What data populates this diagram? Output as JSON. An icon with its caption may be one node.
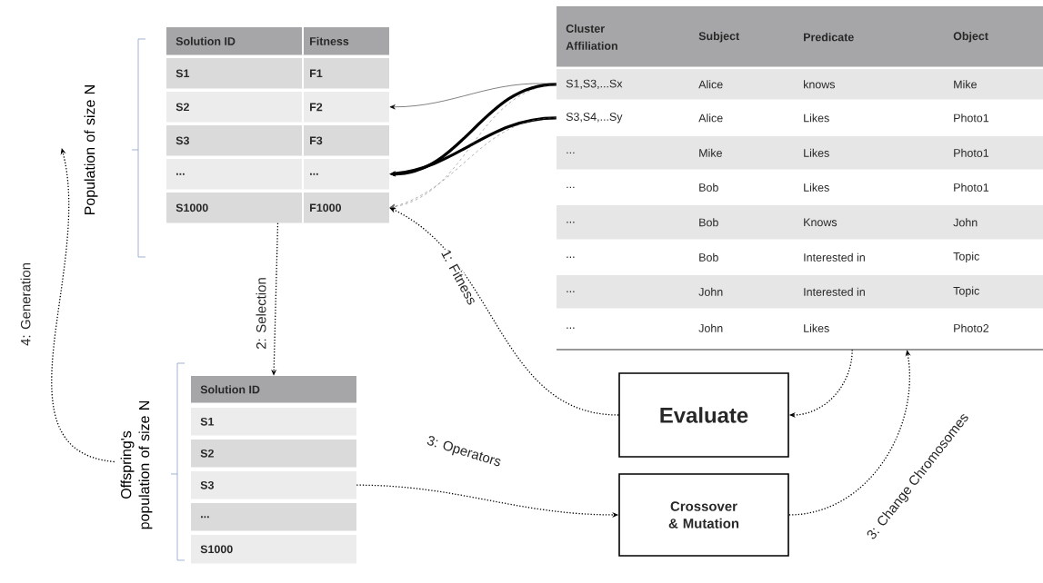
{
  "diagram": {
    "nodes": [
      {
        "text": [
          "Population of size N"
        ]
      },
      {
        "text": [
          "Solution ID",
          "Fitness"
        ]
      },
      {
        "text": [
          "S1",
          "F1"
        ]
      },
      {
        "text": [
          "S2",
          "F2"
        ]
      },
      {
        "text": [
          "S3",
          "F3"
        ]
      },
      {
        "text": [
          "...",
          "..."
        ]
      },
      {
        "text": [
          "S1000",
          "F1000"
        ]
      },
      {
        "text": [],
        "shape": "box"
      },
      {
        "text": [
          "Cluster Affiliation",
          "Subject",
          "Predicate",
          "Object"
        ],
        "in": 7
      },
      {
        "text": [
          "S1,S3,...Sx",
          "Alice",
          "knows",
          "Mike"
        ],
        "in": 7
      },
      {
        "text": [
          "S3,S4,...Sy",
          "Alice",
          "Likes",
          "Photo1"
        ],
        "in": 7
      },
      {
        "text": [
          "...",
          "Mike",
          "Likes",
          "Photo1"
        ],
        "in": 7
      },
      {
        "text": [
          "...",
          "Bob",
          "Likes",
          "Photo1"
        ],
        "in": 7
      },
      {
        "text": [
          "...",
          "Bob",
          "Knows",
          "John"
        ],
        "in": 7
      },
      {
        "text": [
          "...",
          "Bob",
          "Interested in",
          "Topic"
        ],
        "in": 7
      },
      {
        "text": [
          "...",
          "John",
          "Interested in",
          "Topic"
        ],
        "in": 7
      },
      {
        "text": [
          "...",
          "John",
          "Likes",
          "Photo2"
        ],
        "in": 7
      },
      {
        "text": [
          "Offspring's population of size N"
        ]
      },
      {
        "text": [
          "Solution ID"
        ]
      },
      {
        "text": [
          "S1"
        ]
      },
      {
        "text": [
          "S2"
        ]
      },
      {
        "text": [
          "S3"
        ]
      },
      {
        "text": [
          "..."
        ]
      },
      {
        "text": [
          "S1000"
        ]
      },
      {
        "text": [
          "Evaluate"
        ]
      },
      {
        "text": [
          "Crossover & Mutation"
        ]
      }
    ],
    "edges": [
      {
        "from": 9,
        "to": 3,
        "arrow": "to"
      },
      {
        "from": 9,
        "to": 5,
        "arrow": "to",
        "style": "thick"
      },
      {
        "from": 10,
        "to": 5,
        "arrow": "to",
        "style": "thick"
      },
      {
        "from": 9,
        "to": 6,
        "arrow": "to",
        "style": "dashed",
        "color": "#666666"
      },
      {
        "from": 10,
        "to": 6,
        "arrow": "to",
        "style": "dashed",
        "color": "#666666"
      },
      {
        "from": 24,
        "to": 6,
        "arrow": "to",
        "label": "1: Fitness",
        "style": "dashed"
      },
      {
        "from": 6,
        "to": 18,
        "arrow": "to",
        "label": "2: Selection",
        "style": "dashed"
      },
      {
        "from": 21,
        "to": 25,
        "arrow": "to",
        "label": "3: Operators",
        "style": "dashed"
      },
      {
        "from": 25,
        "to": 7,
        "arrow": "to",
        "label": "3: Change Chromosomes",
        "style": "dashed"
      },
      {
        "from": 17,
        "to": 0,
        "arrow": "to",
        "label": "4: Generation",
        "style": "dashed"
      },
      {
        "from": 7,
        "to": 24,
        "arrow": "to",
        "style": "dashed"
      }
    ]
  }
}
